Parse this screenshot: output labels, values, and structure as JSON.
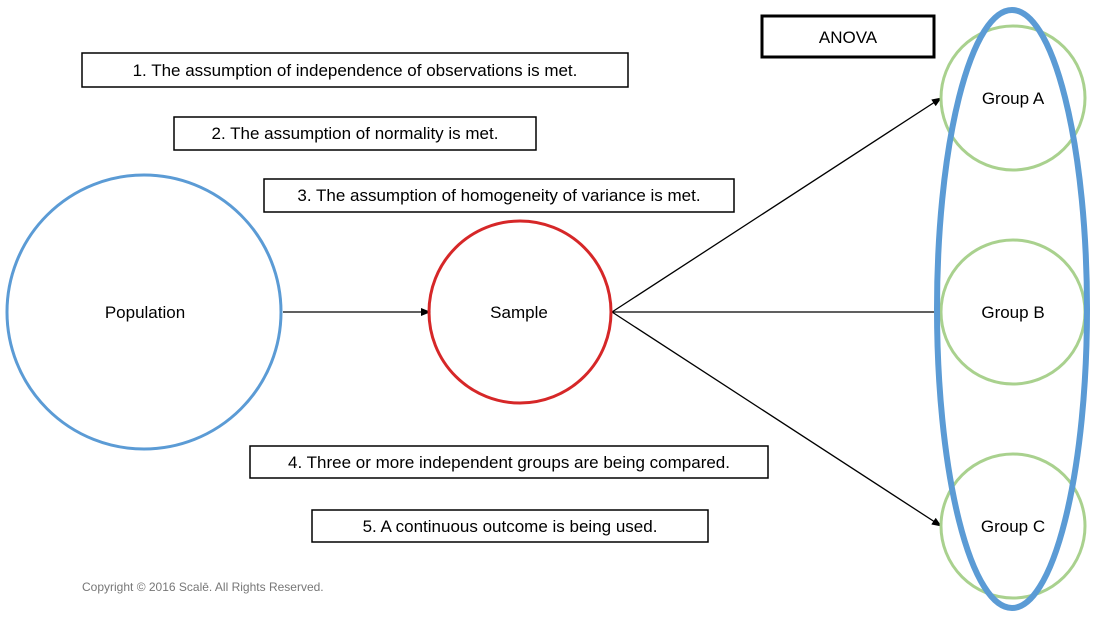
{
  "assumptions": [
    "1. The assumption of independence of observations is met.",
    "2. The assumption of normality is met.",
    "3. The assumption of homogeneity of variance is met.",
    "4. Three or more independent groups are being compared.",
    "5. A continuous outcome is being used."
  ],
  "title_box": "ANOVA",
  "nodes": {
    "population": "Population",
    "sample": "Sample",
    "groups": [
      "Group A",
      "Group B",
      "Group C"
    ]
  },
  "copyright": "Copyright © 2016 Scalē. All Rights Reserved.",
  "colors": {
    "population_circle": "#5B9BD5",
    "sample_circle": "#D62728",
    "group_circles": "#A9D18E",
    "anova_ellipse": "#5B9BD5",
    "arrows": "#000000"
  }
}
